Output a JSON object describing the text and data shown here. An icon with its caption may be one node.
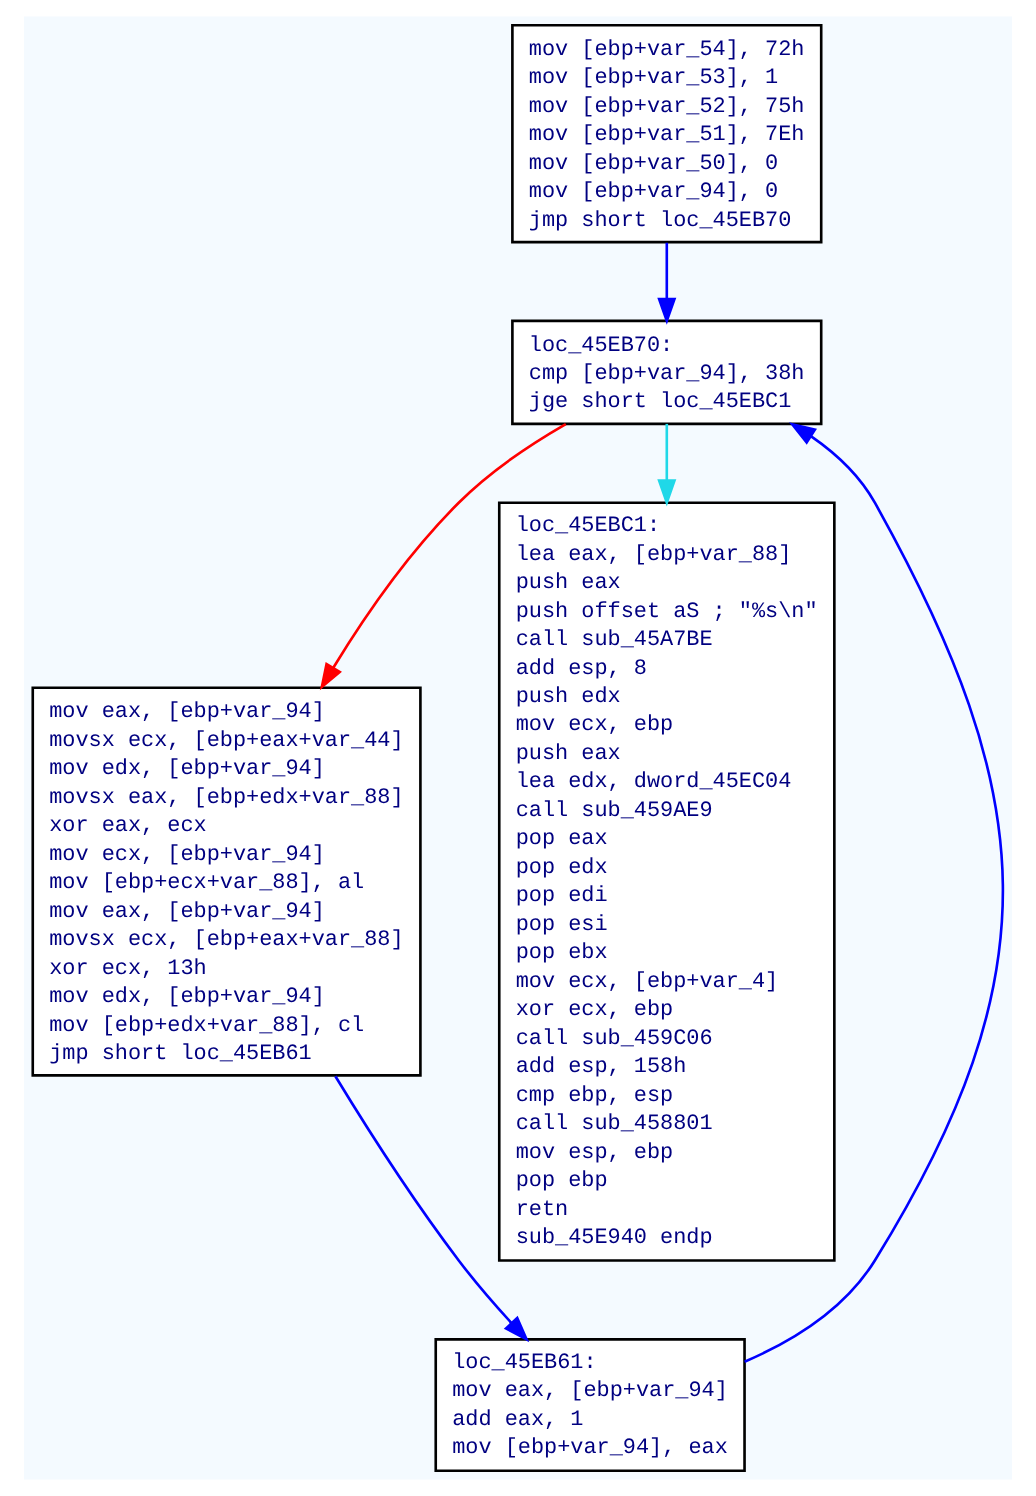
{
  "diagram": {
    "nodes": [
      {
        "text": [
          "mov [ebp+var_54], 72h",
          "mov [ebp+var_53], 1",
          "mov [ebp+var_52], 75h",
          "mov [ebp+var_51], 7Eh",
          "mov [ebp+var_50], 0",
          "mov [ebp+var_94], 0",
          "jmp short loc_45EB70"
        ]
      },
      {
        "text": [
          "loc_45EB70:",
          "cmp [ebp+var_94], 38h",
          "jge short loc_45EBC1"
        ]
      },
      {
        "text": [
          "mov eax, [ebp+var_94]",
          "movsx ecx, [ebp+eax+var_44]",
          "mov edx, [ebp+var_94]",
          "movsx eax, [ebp+edx+var_88]",
          "xor eax, ecx",
          "mov ecx, [ebp+var_94]",
          "mov [ebp+ecx+var_88], al",
          "mov eax, [ebp+var_94]",
          "movsx ecx, [ebp+eax+var_88]",
          "xor ecx, 13h",
          "mov edx, [ebp+var_94]",
          "mov [ebp+edx+var_88], cl",
          "jmp short loc_45EB61"
        ]
      },
      {
        "text": [
          "loc_45EBC1:",
          "lea eax, [ebp+var_88]",
          "push eax",
          "push offset aS ; \"%s\\n\"",
          "call sub_45A7BE",
          "add esp, 8",
          "push edx",
          "mov ecx, ebp",
          "push eax",
          "lea edx, dword_45EC04",
          "call sub_459AE9",
          "pop eax",
          "pop edx",
          "pop edi",
          "pop esi",
          "pop ebx",
          "mov ecx, [ebp+var_4]",
          "xor ecx, ebp",
          "call sub_459C06",
          "add esp, 158h",
          "cmp ebp, esp",
          "call sub_458801",
          "mov esp, ebp",
          "pop ebp",
          "retn",
          "sub_45E940 endp"
        ]
      },
      {
        "text": [
          "loc_45EB61:",
          "mov eax, [ebp+var_94]",
          "add eax, 1",
          "mov [ebp+var_94], eax"
        ]
      }
    ],
    "edges": [
      {
        "from": 0,
        "to": 1,
        "arrow": "to"
      },
      {
        "from": 1,
        "to": 2,
        "arrow": "to",
        "color": "#ff0000"
      },
      {
        "from": 1,
        "to": 3,
        "arrow": "to",
        "color": "#20d8e8"
      },
      {
        "from": 2,
        "to": 4,
        "arrow": "to"
      },
      {
        "from": 4,
        "to": 1,
        "arrow": "to"
      }
    ]
  }
}
